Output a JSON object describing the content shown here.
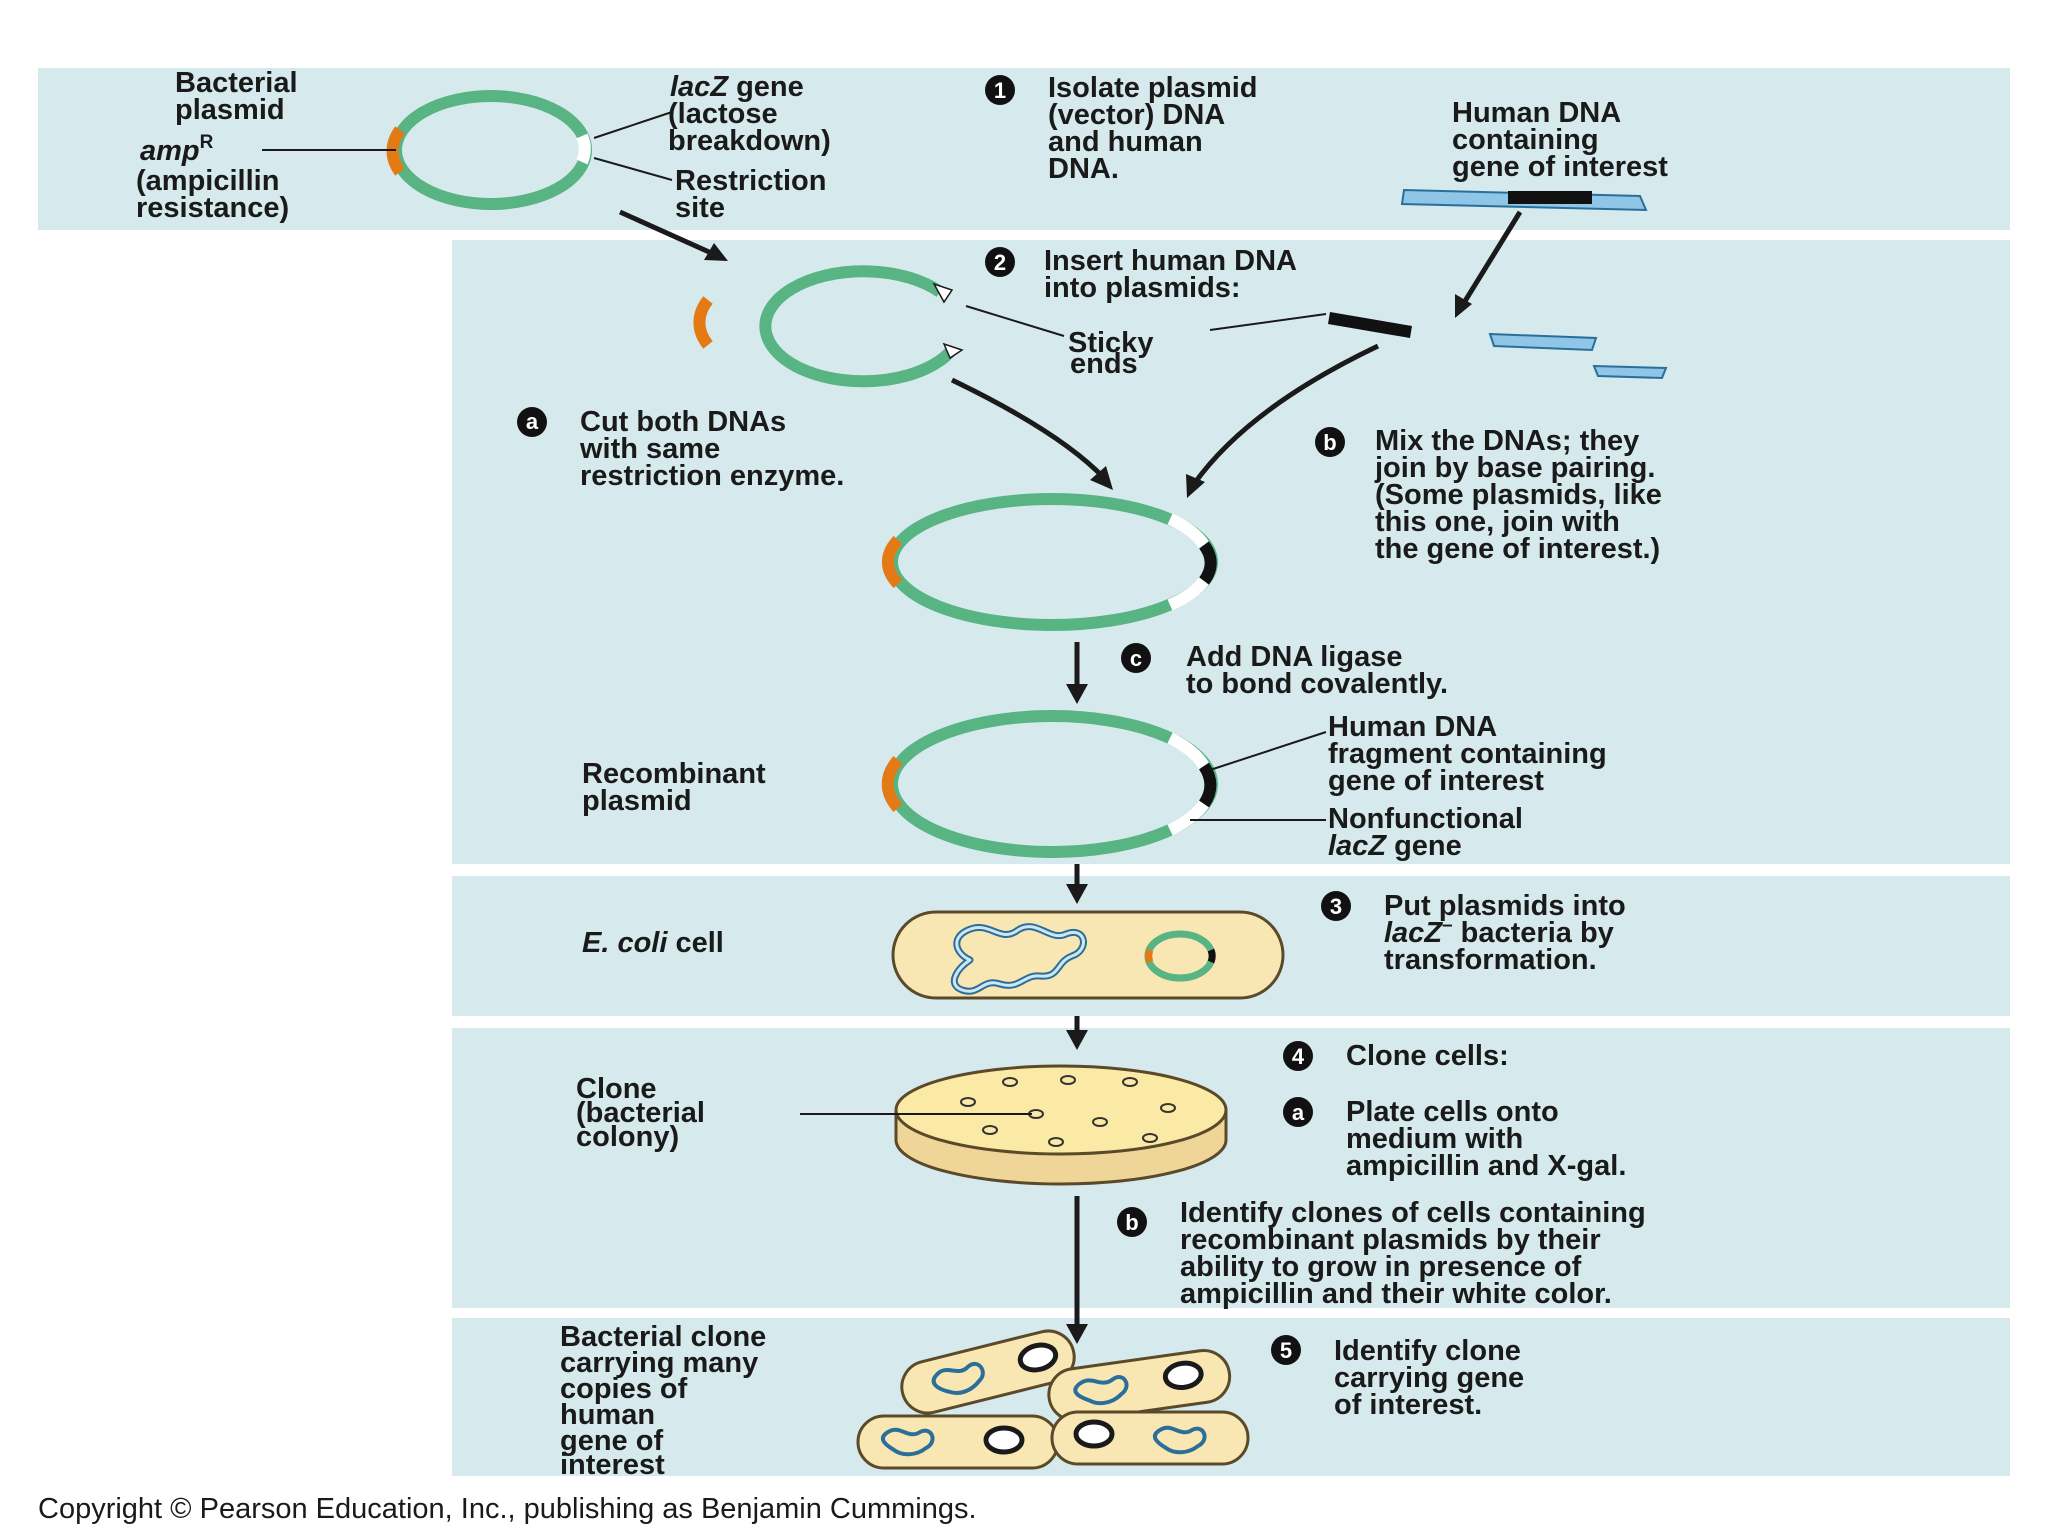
{
  "plasmid": {
    "title_1": "Bacterial",
    "title_2": "plasmid",
    "amp_gene": "amp",
    "amp_super": "R",
    "amp_desc_1": "(ampicillin",
    "amp_desc_2": "resistance)",
    "lacz_gene": "lacZ",
    "lacz_gene_word": " gene",
    "lacz_desc_1": "(lactose",
    "lacz_desc_2": "breakdown)",
    "restriction_1": "Restriction",
    "restriction_2": "site"
  },
  "step1": {
    "number": "1",
    "line_1": "Isolate plasmid",
    "line_2": "(vector) DNA",
    "line_3": "and human",
    "line_4": "DNA."
  },
  "human_dna": {
    "line_1": "Human DNA",
    "line_2": "containing",
    "line_3": "gene of interest"
  },
  "step2": {
    "number": "2",
    "line_1": "Insert human DNA",
    "line_2": "into plasmids:",
    "sticky_1": "Sticky",
    "sticky_2": "ends"
  },
  "step2a": {
    "letter": "a",
    "line_1": "Cut both DNAs",
    "line_2": "with same",
    "line_3": "restriction enzyme."
  },
  "step2b": {
    "letter": "b",
    "line_1": "Mix the DNAs; they",
    "line_2": "join by base pairing.",
    "line_3": "(Some plasmids, like",
    "line_4": "this one, join with",
    "line_5": "the gene of interest.)"
  },
  "step2c": {
    "letter": "c",
    "line_1": "Add DNA ligase",
    "line_2": "to bond covalently."
  },
  "recombinant": {
    "line_1": "Recombinant",
    "line_2": "plasmid",
    "fragment_1": "Human DNA",
    "fragment_2": "fragment containing",
    "fragment_3": "gene of interest",
    "nonfunctional_1": "Nonfunctional",
    "nonfunctional_gene": "lacZ",
    "nonfunctional_word": " gene"
  },
  "step3": {
    "number": "3",
    "ecoli": "E. coli",
    "cell_word": " cell",
    "line_1": "Put plasmids into",
    "line_2_gene": "lacZ",
    "line_2_sup": "–",
    "line_2_rest": " bacteria by",
    "line_3": "transformation."
  },
  "step4": {
    "number": "4",
    "title": "Clone cells:",
    "clone_1": "Clone",
    "clone_2": "(bacterial",
    "clone_3": "colony)"
  },
  "step4a": {
    "letter": "a",
    "line_1": "Plate cells onto",
    "line_2": "medium with",
    "line_3": "ampicillin and X-gal."
  },
  "step4b": {
    "letter": "b",
    "line_1": "Identify clones of cells containing",
    "line_2": "recombinant plasmids by their",
    "line_3": "ability to grow in presence of",
    "line_4": "ampicillin and their white color."
  },
  "step5": {
    "number": "5",
    "line_1": "Identify clone",
    "line_2": "carrying gene",
    "line_3": "of interest.",
    "clone_1": "Bacterial clone",
    "clone_2": "carrying many",
    "clone_3": "copies of",
    "clone_4": "human",
    "clone_5": "gene of",
    "clone_6": "interest"
  },
  "copyright": "Copyright © Pearson Education, Inc., publishing as Benjamin Cummings.",
  "colors": {
    "panel": "#d6eaee",
    "plasmid": "#58b483",
    "amp_gene": "#e37a16",
    "human_dna": "#8fc5e6",
    "cell": "#f9e7b3"
  }
}
